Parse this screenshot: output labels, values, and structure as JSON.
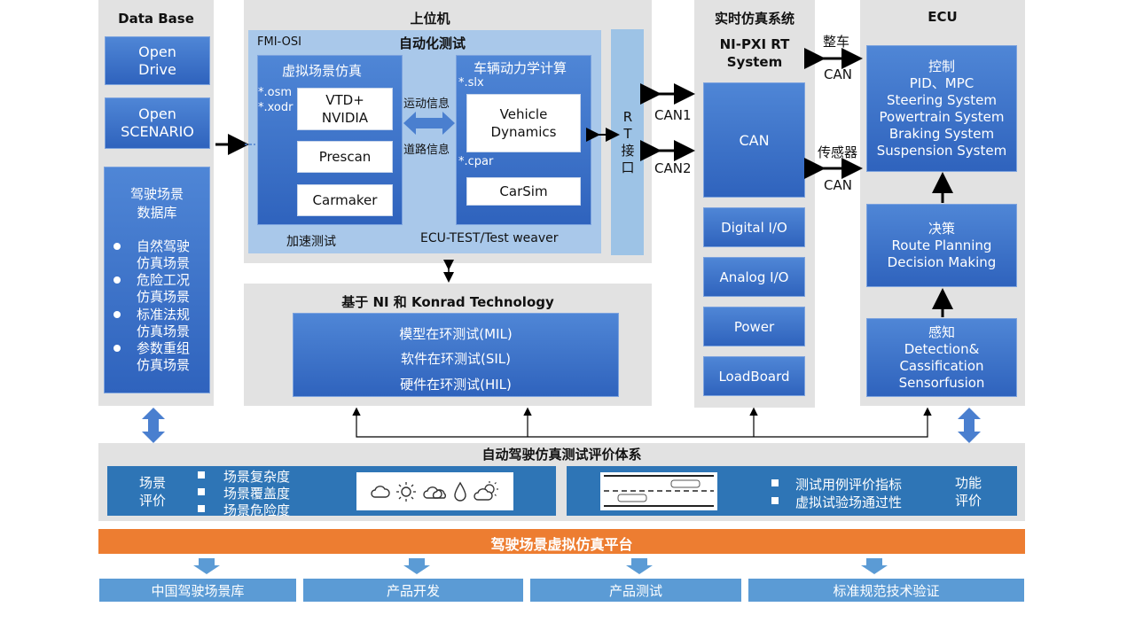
{
  "database": {
    "title": "Data Base",
    "open_drive": "Open\nDrive",
    "open_scenario": "Open\nSCENARIO",
    "lib_title": "驾驶场景\n数据库",
    "lib_items": [
      "自然驾驶\n仿真场景",
      "危险工况\n仿真场景",
      "标准法规\n仿真场景",
      "参数重组\n仿真场景"
    ]
  },
  "host": {
    "title": "上位机",
    "fmi": "FMI-OSI",
    "auto_test": "自动化测试",
    "virtual_title": "虚拟场景仿真",
    "osm": "*.osm",
    "xodr": "*.xodr",
    "vtd": "VTD+\nNVIDIA",
    "prescan": "Prescan",
    "carmaker": "Carmaker",
    "motion_info": "运动信息",
    "road_info": "道路信息",
    "vehicle_title": "车辆动力学计算",
    "slx": "*.slx",
    "vehicle_dynamics": "Vehicle\nDynamics",
    "cpar": "*.cpar",
    "carsim": "CarSim",
    "accel_test": "加速测试",
    "ecu_test": "ECU-TEST/Test weaver",
    "rt": "R\nT\n接\n口"
  },
  "konrad": {
    "title": "基于 NI 和 Konrad Technology",
    "items": [
      "模型在环测试(MIL)",
      "软件在环测试(SIL)",
      "硬件在环测试(HIL)"
    ]
  },
  "realtime": {
    "title": "实时仿真系统",
    "system": "NI-PXI RT\nSystem",
    "modules": [
      "CAN",
      "Digital I/O",
      "Analog I/O",
      "Power",
      "LoadBoard"
    ],
    "can1": "CAN1",
    "can2": "CAN2"
  },
  "links": {
    "vehicle": "整车",
    "can_top": "CAN",
    "sensor": "传感器",
    "can_bottom": "CAN"
  },
  "ecu": {
    "title": "ECU",
    "control": "控制\nPID、MPC\nSteering System\nPowertrain System\nBraking System\nSuspension System",
    "decision": "决策\nRoute Planning\nDecision Making",
    "perception": "感知\nDetection&\nCassification\nSensorfusion"
  },
  "evaluation": {
    "title": "自动驾驶仿真测试评价体系",
    "scene_label": "场景\n评价",
    "scene_items": [
      "场景复杂度",
      "场景覆盖度",
      "场景危险度"
    ],
    "function_items": [
      "测试用例评价指标",
      "虚拟试验场通过性"
    ],
    "function_label": "功能\n评价"
  },
  "platform": {
    "title": "驾驶场景虚拟仿真平台",
    "outputs": [
      "中国驾驶场景库",
      "产品开发",
      "产品测试",
      "标准规范技术验证"
    ]
  },
  "colors": {
    "module_blue": "#2f63bd",
    "light_blue": "#9dc3e6",
    "strip_blue": "#2e75b6",
    "orange": "#ed7d31",
    "output_blue": "#5b9bd5",
    "panel_gray": "#e2e2e2"
  },
  "icons": [
    "cloud-icon",
    "sun-icon",
    "cloudy-icon",
    "raindrop-icon",
    "partly-sunny-icon",
    "road-lane-icon"
  ]
}
